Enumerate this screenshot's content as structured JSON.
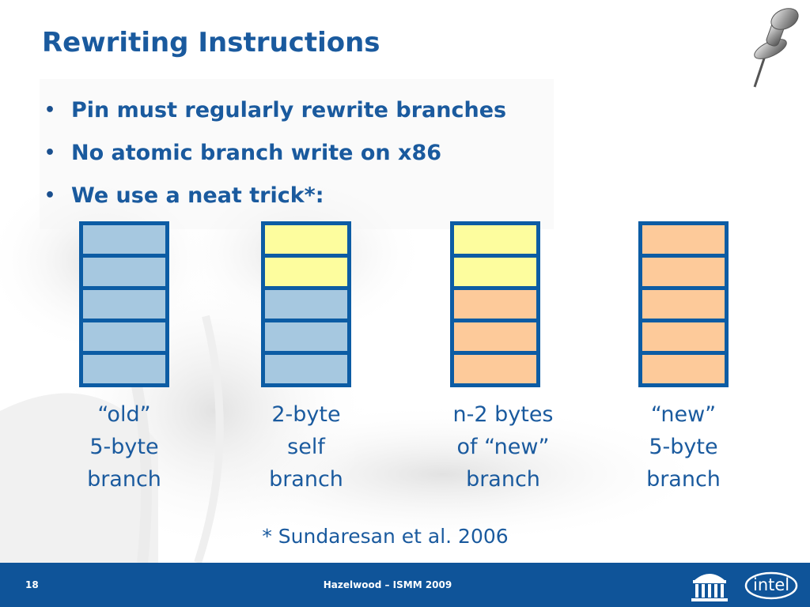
{
  "slide": {
    "title": "Rewriting Instructions",
    "bullets": [
      "Pin must regularly rewrite branches",
      "No atomic branch write on x86",
      "We use a neat trick*:"
    ],
    "bullet_marker": "•"
  },
  "colors": {
    "title": "#1a5a9e",
    "block_border": "#0c5ca4",
    "old_branch": "#a6c8e0",
    "self_branch": "#fdfd9e",
    "new_branch": "#fdca9a",
    "footer_bg": "#0f5499"
  },
  "diagram": {
    "stacks": [
      {
        "label_lines": [
          "“old”",
          "5-byte",
          "branch"
        ],
        "cells": [
          "old_branch",
          "old_branch",
          "old_branch",
          "old_branch",
          "old_branch"
        ]
      },
      {
        "label_lines": [
          "2-byte",
          "self",
          "branch"
        ],
        "cells": [
          "self_branch",
          "self_branch",
          "old_branch",
          "old_branch",
          "old_branch"
        ]
      },
      {
        "label_lines": [
          "n-2 bytes",
          "of “new”",
          "branch"
        ],
        "cells": [
          "self_branch",
          "self_branch",
          "new_branch",
          "new_branch",
          "new_branch"
        ]
      },
      {
        "label_lines": [
          "“new”",
          "5-byte",
          "branch"
        ],
        "cells": [
          "new_branch",
          "new_branch",
          "new_branch",
          "new_branch",
          "new_branch"
        ]
      }
    ]
  },
  "citation": "* Sundaresan et al. 2006",
  "footer": {
    "slide_number": "18",
    "text": "Hazelwood – ISMM 2009",
    "intel_logo": "intel"
  },
  "icons": {
    "pin": "push-pin-icon",
    "uva": "university-rotunda-icon",
    "intel": "intel-logo"
  }
}
